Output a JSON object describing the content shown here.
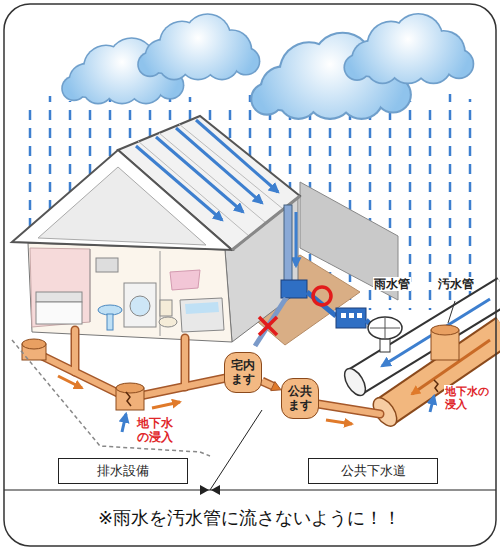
{
  "diagram": {
    "caption": "※雨水を汚水管に流さないように！！",
    "nodes": [
      {
        "text": [
          "宅内ます"
        ]
      },
      {
        "text": [
          "公共ます"
        ]
      },
      {
        "text": [
          "排水設備"
        ]
      },
      {
        "text": [
          "公共下水道"
        ]
      }
    ],
    "edges": [
      {
        "from": 0,
        "to": 1,
        "arrow": "to"
      }
    ],
    "labels": [
      "雨水管",
      "汚水管",
      "地下水の浸入",
      "地下水の浸入"
    ]
  }
}
